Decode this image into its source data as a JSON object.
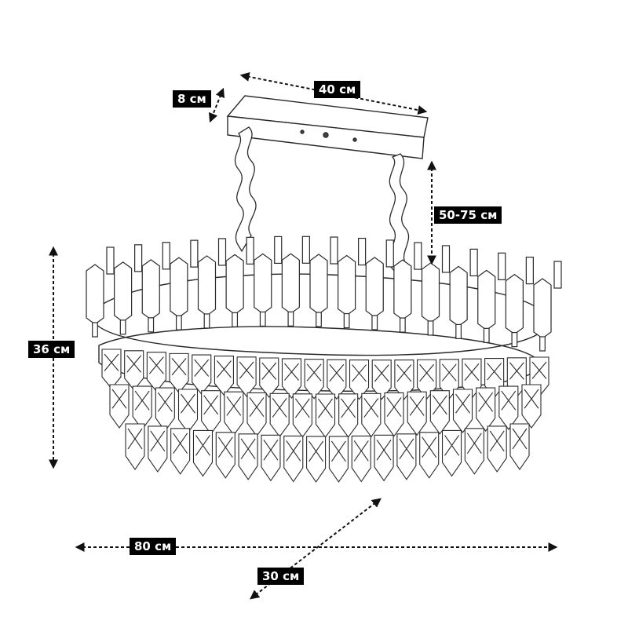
{
  "dimensions": {
    "canopy_width": "40 см",
    "canopy_depth": "8 см",
    "suspension_length": "50-75 см",
    "body_height": "36 см",
    "body_length": "80 см",
    "body_width": "30 см"
  },
  "colors": {
    "line": "#2a2a2a",
    "label_background": "#000000",
    "label_text": "#ffffff"
  }
}
